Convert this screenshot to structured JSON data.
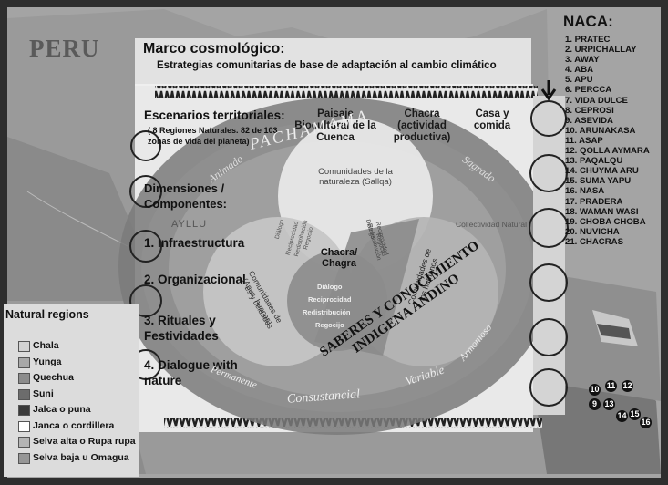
{
  "country": "PERU",
  "title": "Marco cosmológico:",
  "subtitle": "Estrategias comunitarias de base de adaptación al cambio climático",
  "scenarios": {
    "title": "Escenarios territoriales:",
    "detail": "( 8 Regiones Naturales. 82 de 103  zonas de vida del planeta)"
  },
  "columns": [
    "Paisaje Biocultural de la Cuenca",
    "Chacra (actividad productiva)",
    "Casa y comida"
  ],
  "dimensions": {
    "title": "Dimensiones / Componentes:",
    "items": [
      "1. Infraestructura",
      "2. Organizacional",
      "3. Rituales y Festividades",
      "4. Dialogue with nature"
    ]
  },
  "circles": {
    "top": "Comunidades de la naturaleza (Sallqa)",
    "left": "Comunidades de (Apus, huacas)",
    "left_partial": "es y deidades",
    "right": "Comunidades de los humanos",
    "center": "Chacra/ Chagra",
    "center_words": [
      "Diálogo",
      "Reciprocidad",
      "Redistribución",
      "Regocijo"
    ],
    "lens_words": [
      "Diálogo",
      "Reciprocidad",
      "Redistribución",
      "Regocijo"
    ]
  },
  "ring_words": [
    "PACHAMAMA",
    "Animado",
    "Sagrado",
    "AYLLU",
    "Collectividad Natural",
    "Permanente",
    "Consustancial",
    "Variable",
    "Armonioso"
  ],
  "banner": [
    "SABERES Y CONOCIMIENTO",
    "INDIGENA ANDINO"
  ],
  "naca": {
    "title": "NACA:",
    "items": [
      "1. PRATEC",
      "2. URPICHALLAY",
      "3. AWAY",
      "4. ABA",
      "5. APU",
      "6. PERCCA",
      "7. VIDA DULCE",
      "8. CEPROSI",
      "9. ASEVIDA",
      "10. ARUNAKASA",
      "11. ASAP",
      "12. QOLLA AYMARA",
      "13. PAQALQU",
      "14. CHUYMA ARU",
      "15. SUMA YAPU",
      "16. NASA",
      "17. PRADERA",
      "18. WAMAN WASI",
      "19. CHOBA CHOBA",
      "20. NUVICHA",
      "21. CHACRAS"
    ]
  },
  "map_numbers": [
    "10",
    "11",
    "12",
    "9",
    "13",
    "14",
    "15",
    "16"
  ],
  "natural_regions": {
    "title": "Natural   regions",
    "items": [
      {
        "label": "Chala",
        "color": "#d2d2d2"
      },
      {
        "label": "Yunga",
        "color": "#a8a8a8"
      },
      {
        "label": "Quechua",
        "color": "#8c8c8c"
      },
      {
        "label": "Suni",
        "color": "#6c6c6c"
      },
      {
        "label": "Jalca o puna",
        "color": "#3a3a3a"
      },
      {
        "label": "Janca o cordillera",
        "color": "#ffffff"
      },
      {
        "label": "Selva alta o Rupa rupa",
        "color": "#b4b4b4"
      },
      {
        "label": "Selva baja u Omagua",
        "color": "#969696"
      }
    ]
  },
  "colors": {
    "background": "#2e2e2e",
    "map": "#9a9a9a",
    "diagram_dark": "#6e6e6e"
  }
}
